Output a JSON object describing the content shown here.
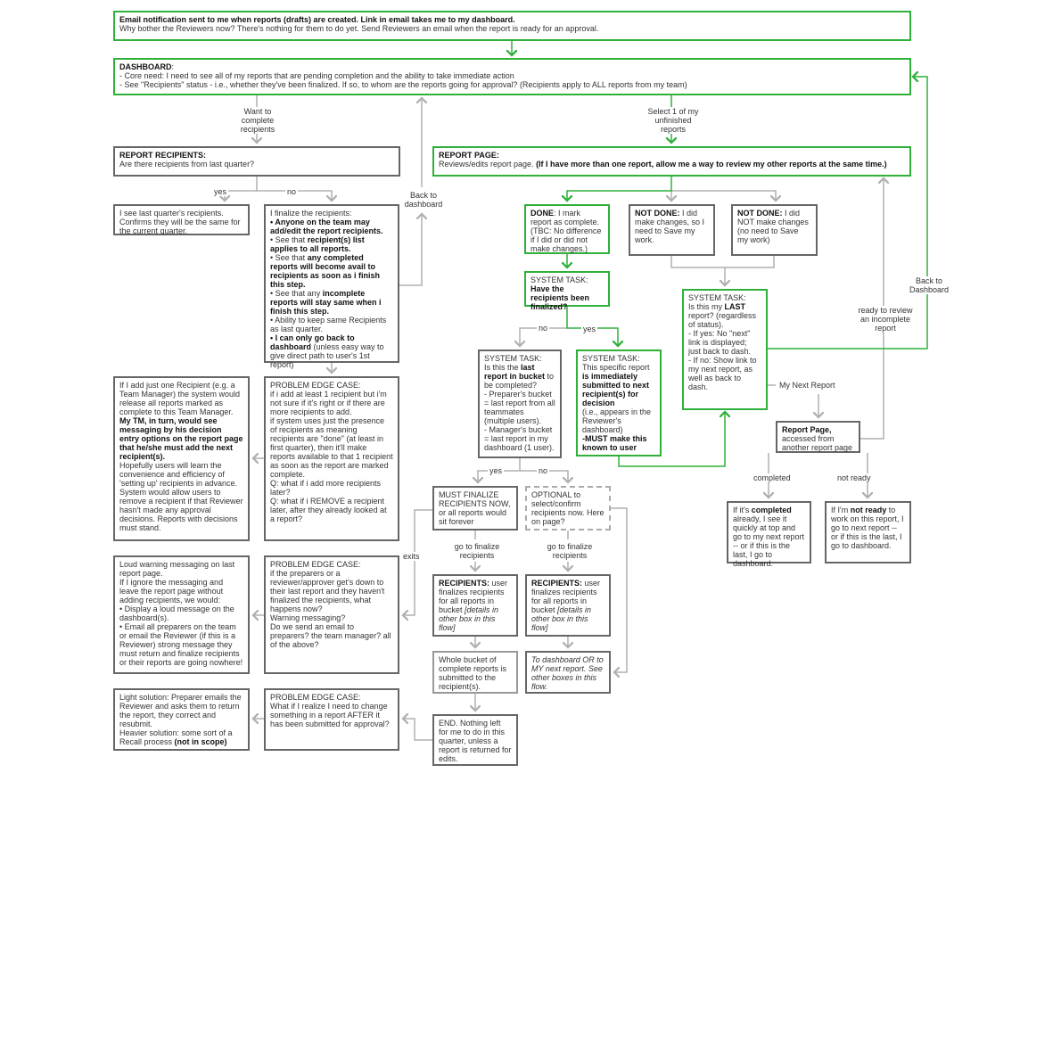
{
  "colors": {
    "green": "#2eb03a",
    "gray": "#b0b0b0",
    "border": "#666666"
  },
  "boxes": {
    "email": [
      [
        {
          "t": "Email notification sent to me when reports (drafts) are created. Link in email takes me to my dashboard.",
          "b": true
        }
      ],
      [
        {
          "t": "Why bother the Reviewers now? There's nothing for them to do yet. Send Reviewers an email when the report is ready for an approval."
        }
      ]
    ],
    "dashboard": [
      [
        {
          "t": "DASHBOARD",
          "b": true
        },
        {
          "t": ":"
        }
      ],
      [
        {
          "t": "- Core need: I need to see all of my reports that are pending completion and the ability to take immediate action"
        }
      ],
      [
        {
          "t": "- See \"Recipients\" status - i.e., whether they've been finalized. If so, to whom are the reports going for approval? (Recipients apply to ALL reports from my team)"
        }
      ]
    ],
    "report_recipients": [
      [
        {
          "t": "REPORT RECIPIENTS:",
          "b": true
        }
      ],
      [
        {
          "t": "Are there recipients from last quarter?"
        }
      ]
    ],
    "last_quarter": [
      [
        {
          "t": "I see last quarter's recipients. Confirms they will be the same for the current quarter."
        }
      ]
    ],
    "finalize": [
      [
        {
          "t": "I finalize the recipients:"
        }
      ],
      [
        {
          "t": "• Anyone on the team may add/edit the report recipients.",
          "b": true
        }
      ],
      [
        {
          "t": "• See that "
        },
        {
          "t": "recipient(s) list applies to all reports.",
          "b": true
        }
      ],
      [
        {
          "t": "• See that "
        },
        {
          "t": "any completed reports will become avail to recipients as soon as i finish this step.",
          "b": true
        }
      ],
      [
        {
          "t": "• See that any "
        },
        {
          "t": "incomplete reports will stay same when i finish this step.",
          "b": true
        }
      ],
      [
        {
          "t": "• Ability to keep same Recipients as last quarter."
        }
      ],
      [
        {
          "t": "• I can only go back to dashboard",
          "b": true
        },
        {
          "t": " (unless easy way to give direct path to user's 1st report)"
        }
      ]
    ],
    "tm_note": [
      [
        {
          "t": "If I add just one Recipient (e.g. a Team Manager) the system would release all reports marked as complete to this Team Manager. "
        },
        {
          "t": "My TM, in turn, would see messaging by his decision entry options on the report page that he/she must add the next recipient(s).",
          "b": true
        }
      ],
      [
        {
          "t": "Hopefully users will learn the convenience and efficiency of 'setting up' recipients in advance. System would allow users to remove a recipient if that Reviewer hasn't made any approval decisions. Reports with decisions must stand."
        }
      ]
    ],
    "edge1": [
      [
        {
          "t": "PROBLEM EDGE CASE:"
        }
      ],
      [
        {
          "t": "if i add at least 1 recipient but i'm not sure if it's right or if there are more recipients to add."
        }
      ],
      [
        {
          "t": "if system uses just the presence of recipients as meaning recipients are \"done\" (at least in first quarter), then it'll make reports available to that 1 recipient as soon as the report are marked complete."
        }
      ],
      [
        {
          "t": "Q: what if i add more recipients later?"
        }
      ],
      [
        {
          "t": "Q: what if i REMOVE a recipient later, after they already looked at a report?"
        }
      ]
    ],
    "loud": [
      [
        {
          "t": "Loud warning messaging on last report page."
        }
      ],
      [
        {
          "t": "If I ignore the messaging and leave the report page without adding recipients, we would:"
        }
      ],
      [
        {
          "t": "• Display a loud message on the dashboard(s)."
        }
      ],
      [
        {
          "t": "• Email all preparers on the team or email the Reviewer (if this is a Reviewer) strong message they must return and finalize recipients or their reports are going nowhere!"
        }
      ]
    ],
    "edge2": [
      [
        {
          "t": "PROBLEM EDGE CASE:"
        }
      ],
      [
        {
          "t": "if the preparers or a reviewer/approver get's down to their last report and they haven't finalized the recipients, what happens now?"
        }
      ],
      [
        {
          "t": " "
        }
      ],
      [
        {
          "t": "Warning messaging?"
        }
      ],
      [
        {
          "t": "Do we send an email to preparers? the team manager? all of the above?"
        }
      ]
    ],
    "light": [
      [
        {
          "t": "Light solution: Preparer emails the Reviewer and asks them to return the report, they correct and resubmit."
        }
      ],
      [
        {
          "t": "Heavier solution: some sort of a Recall process "
        },
        {
          "t": "(not in scope)",
          "b": true
        }
      ]
    ],
    "edge3": [
      [
        {
          "t": "PROBLEM EDGE CASE:"
        }
      ],
      [
        {
          "t": "What if I realize I need to change something in a report AFTER it has been submitted for approval?"
        }
      ]
    ],
    "report_page": [
      [
        {
          "t": "REPORT PAGE:",
          "b": true
        }
      ],
      [
        {
          "t": "Reviews/edits report page. "
        },
        {
          "t": "(If I have more than one report, allow me a way to review my other reports at the same time.)",
          "b": true
        }
      ]
    ],
    "done": [
      [
        {
          "t": "DONE",
          "b": true
        },
        {
          "t": ": I mark report as complete. (TBC: No difference if I did or did not make changes.)"
        }
      ]
    ],
    "not_done_changes": [
      [
        {
          "t": "NOT DONE:",
          "b": true
        },
        {
          "t": " I did make changes, so I need to Save my work."
        }
      ]
    ],
    "not_done_no_changes": [
      [
        {
          "t": "NOT DONE:",
          "b": true
        },
        {
          "t": " I did NOT make changes (no need to Save my work)"
        }
      ]
    ],
    "sys_finalized": [
      [
        {
          "t": "SYSTEM TASK: "
        },
        {
          "t": "Have the recipients been finalized?",
          "b": true
        }
      ]
    ],
    "sys_last_bucket": [
      [
        {
          "t": "SYSTEM TASK:"
        }
      ],
      [
        {
          "t": "Is this the "
        },
        {
          "t": "last report in bucket",
          "b": true
        },
        {
          "t": " to be completed?"
        }
      ],
      [
        {
          "t": "- Preparer's bucket = last report from all teammates (multiple users)."
        }
      ],
      [
        {
          "t": "- Manager's bucket = last report in my dashboard (1 user)."
        }
      ]
    ],
    "sys_submit": [
      [
        {
          "t": "SYSTEM TASK:"
        }
      ],
      [
        {
          "t": "This specific report "
        },
        {
          "t": "is immediately submitted to next recipient(s) for decision",
          "b": true
        }
      ],
      [
        {
          "t": "(i.e., appears in the Reviewer's dashboard)"
        }
      ],
      [
        {
          "t": "-MUST make this known to user",
          "b": true
        }
      ]
    ],
    "sys_last": [
      [
        {
          "t": "SYSTEM TASK:"
        }
      ],
      [
        {
          "t": "Is this my "
        },
        {
          "t": "LAST",
          "b": true
        },
        {
          "t": " report? (regardless of status)."
        }
      ],
      [
        {
          "t": " "
        }
      ],
      [
        {
          "t": "- If yes: No \"next\" link is displayed; just back to dash."
        }
      ],
      [
        {
          "t": " "
        }
      ],
      [
        {
          "t": "- If no: Show link to my next report, as well as back to dash."
        }
      ]
    ],
    "report_page_other": [
      [
        {
          "t": "Report Page,",
          "b": true
        }
      ],
      [
        {
          "t": "accessed from another report page"
        }
      ]
    ],
    "completed_note": [
      [
        {
          "t": "If it's "
        },
        {
          "t": "completed",
          "b": true
        },
        {
          "t": " already, I see it quickly at top and go to my next report -- or if this is the last, I go to dashboard."
        }
      ]
    ],
    "not_ready_note": [
      [
        {
          "t": "If I'm "
        },
        {
          "t": "not ready",
          "b": true
        },
        {
          "t": " to work on this report, I go to next report -- or if this is the last, I go to dashboard."
        }
      ]
    ],
    "must_finalize": [
      [
        {
          "t": "MUST FINALIZE RECIPIENTS NOW, or all reports would sit forever"
        }
      ]
    ],
    "optional": [
      [
        {
          "t": "OPTIONAL to select/confirm recipients now. Here on page?"
        }
      ]
    ],
    "recipients_a": [
      [
        {
          "t": "RECIPIENTS:",
          "b": true
        },
        {
          "t": " user finalizes recipients for all reports in bucket "
        },
        {
          "t": "[details in other box in this flow]",
          "i": true
        }
      ]
    ],
    "recipients_b": [
      [
        {
          "t": "RECIPIENTS:",
          "b": true
        },
        {
          "t": " user finalizes recipients for all reports in bucket "
        },
        {
          "t": "[details in other box in this flow]",
          "i": true
        }
      ]
    ],
    "whole_bucket": [
      [
        {
          "t": "Whole bucket of complete reports is submitted to the recipient(s)."
        }
      ]
    ],
    "to_dashboard": [
      [
        {
          "t": "To dashboard OR to MY next report. See other boxes in this flow.",
          "i": true
        }
      ]
    ],
    "end": [
      [
        {
          "t": "END. Nothing left for me to do in this quarter, unless a report is returned for edits."
        }
      ]
    ]
  },
  "labels": {
    "want_complete": "Want to complete recipients",
    "select_unfinished": "Select 1 of my unfinished reports",
    "back_to_dashboard_left": "Back to dashboard",
    "yes_1": "yes",
    "no_1": "no",
    "no_2": "no",
    "yes_2": "yes",
    "yes_3": "yes",
    "no_3": "no",
    "exits": "exits",
    "go_finalize_a": "go to finalize recipients",
    "go_finalize_b": "go to finalize recipients",
    "my_next_report": "My Next Report",
    "ready_review": "ready to review an incomplete report",
    "back_to_dashboard_right": "Back to Dashboard",
    "completed": "completed",
    "not_ready": "not ready"
  }
}
